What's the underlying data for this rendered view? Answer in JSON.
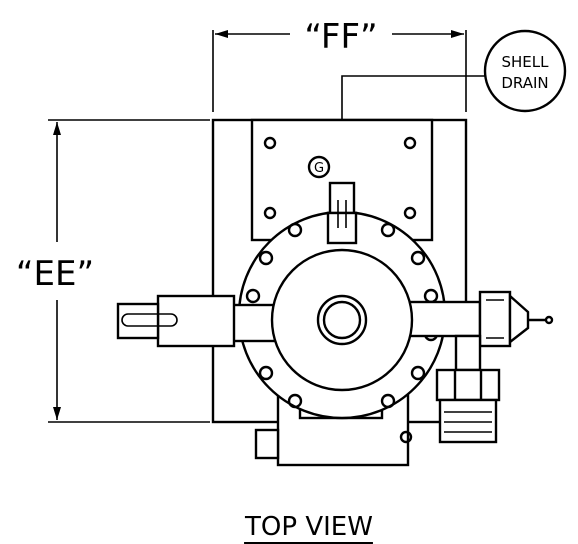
{
  "dimensions": {
    "width_label": "“FF”",
    "height_label": "“EE”"
  },
  "callout": {
    "line1": "SHELL",
    "line2": "DRAIN"
  },
  "gauge_label": "G",
  "view_title": "TOP VIEW"
}
